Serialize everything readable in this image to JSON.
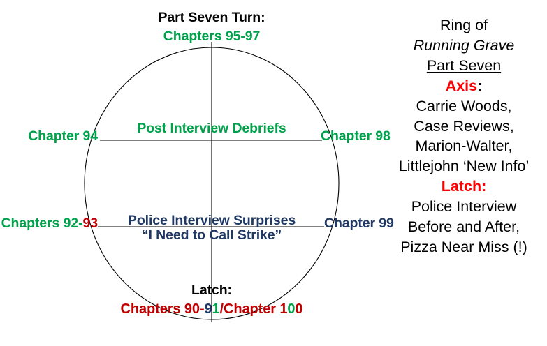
{
  "title": "Ring of Running Grave Part Seven",
  "colors": {
    "green": "#00A14B",
    "navy": "#1F3864",
    "dark_red": "#C00000",
    "bright_red": "#FF0000",
    "black": "#000000",
    "background": "#FFFFFF",
    "line": "#000000"
  },
  "diagram": {
    "type": "ring-chiasmus",
    "shape": "ellipse",
    "top": {
      "heading": "Part Seven Turn:",
      "heading_color": "black",
      "chapters": "Chapters 95-97",
      "chapters_color": "green"
    },
    "upper_chord": {
      "left_label": "Chapter 94",
      "left_color": "green",
      "center_label": "Post Interview Debriefs",
      "center_color": "green",
      "right_label": "Chapter 98",
      "right_color": "green"
    },
    "lower_chord": {
      "left_label_green_part": "Chapters 92-",
      "left_label_red_part": "93",
      "center_label_line1": "Police Interview Surprises",
      "center_label_line2": "“I Need to Call Strike”",
      "center_color": "navy",
      "right_label": "Chapter 99",
      "right_color": "navy"
    },
    "bottom": {
      "heading": "Latch:",
      "heading_color": "black",
      "segments": [
        {
          "text": "Chapters 90-",
          "color": "dark_red"
        },
        {
          "text": "9",
          "color": "navy"
        },
        {
          "text": "1",
          "color": "green"
        },
        {
          "text": "/",
          "color": "dark_red"
        },
        {
          "text": "Chapter ",
          "color": "dark_red"
        },
        {
          "text": "1",
          "color": "dark_red"
        },
        {
          "text": "0",
          "color": "green"
        },
        {
          "text": "0",
          "color": "dark_red"
        }
      ]
    }
  },
  "key_panel": {
    "title_line1": "Ring of",
    "title_line2": "Running Grave",
    "title_line3": "Part Seven",
    "axis_heading": "Axis",
    "axis_colon": ":",
    "axis_items": [
      "Carrie Woods,",
      "Case Reviews,",
      "Marion-Walter,",
      "Littlejohn ‘New Info’"
    ],
    "latch_heading": "Latch",
    "latch_colon": ":",
    "latch_items": [
      "Police Interview",
      "Before and After,",
      "Pizza Near Miss (!)"
    ]
  }
}
